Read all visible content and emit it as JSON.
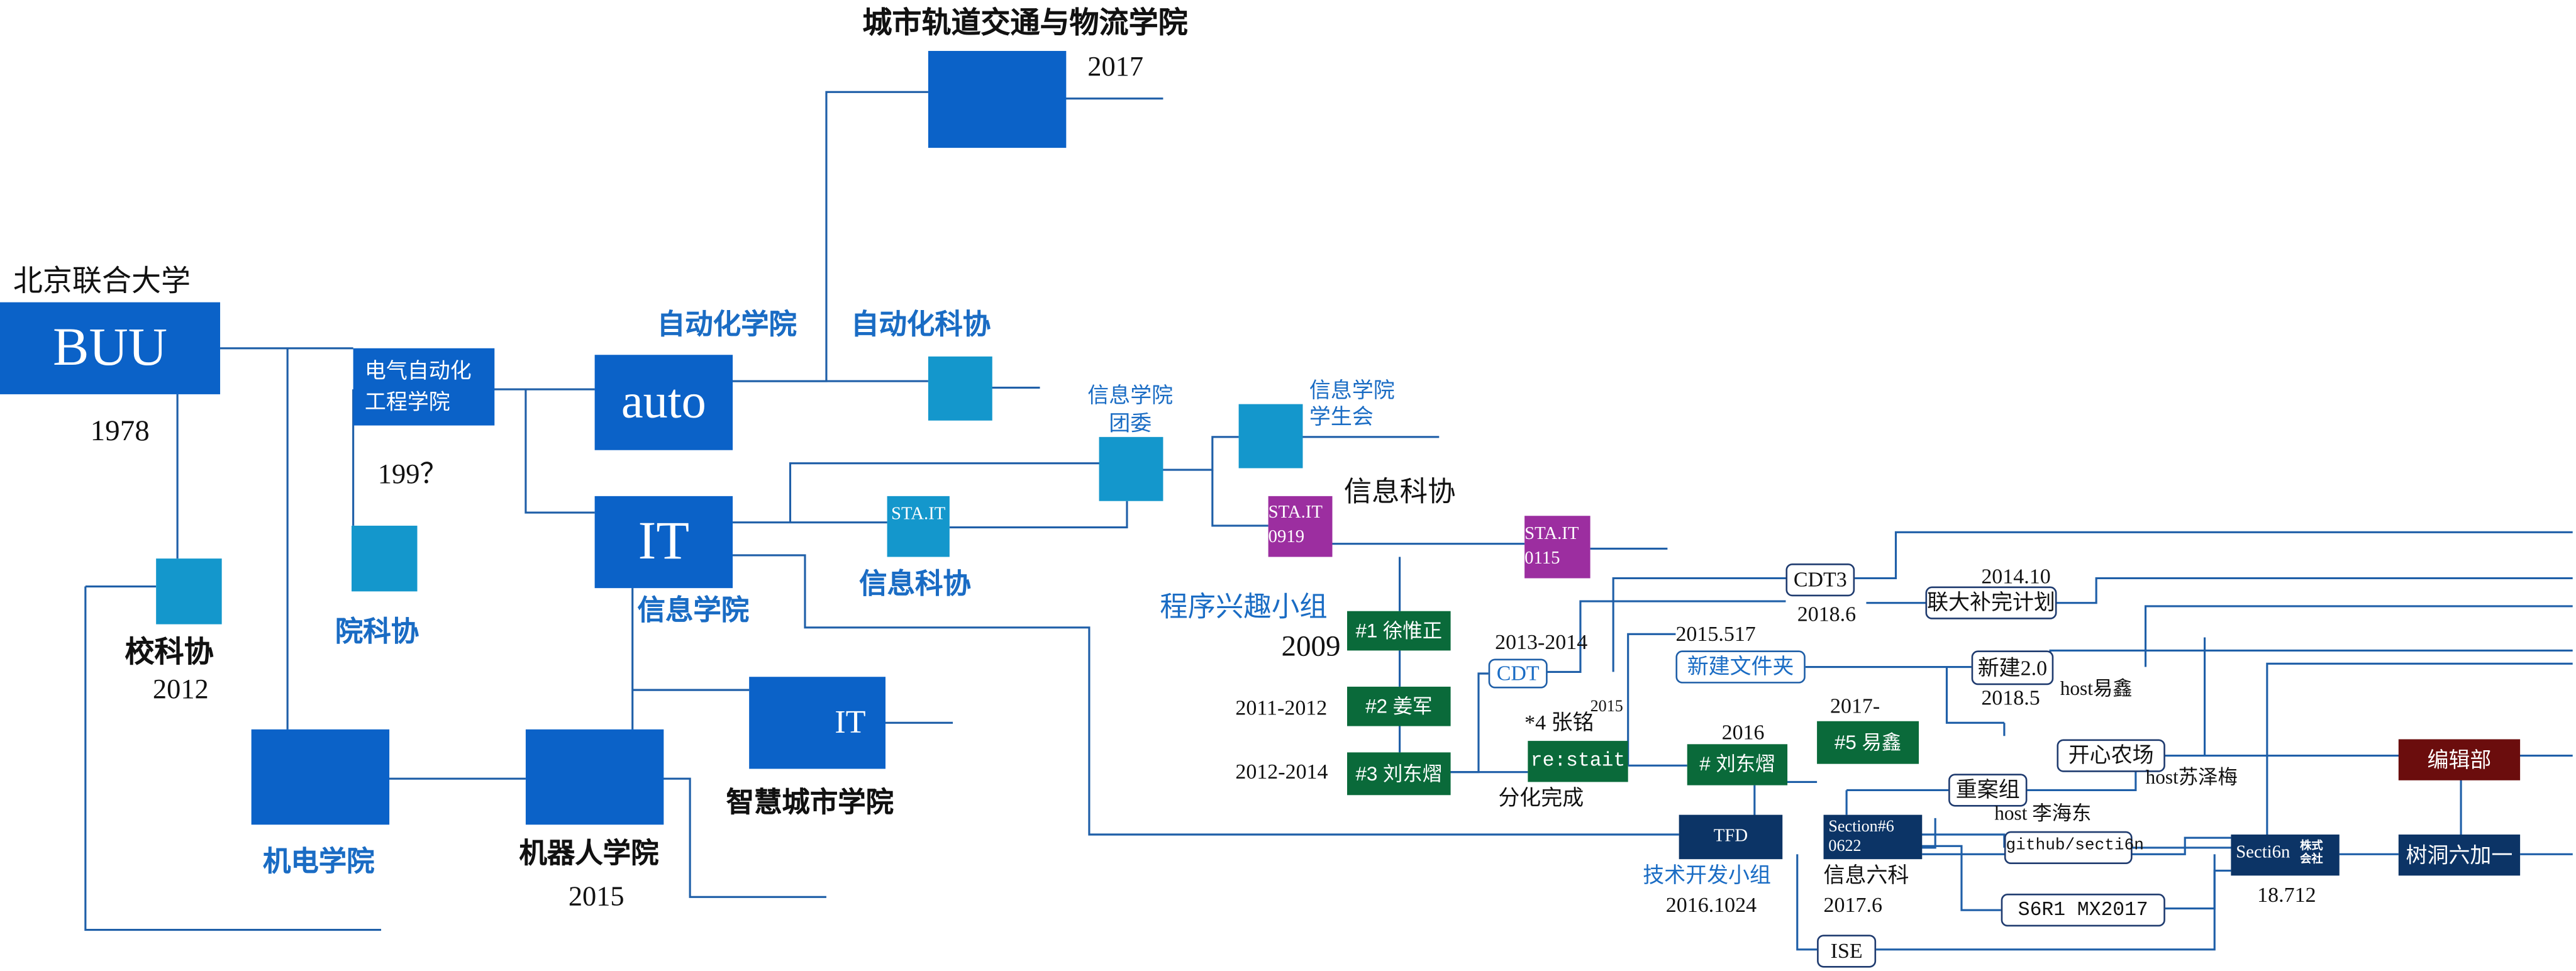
{
  "colors": {
    "primary": "#0b62c8",
    "teal": "#1497cc",
    "purple": "#9c2ea0",
    "green": "#0a6a3a",
    "navy": "#0c3466",
    "darkred": "#6b0d0d",
    "line": "#1f5fa8"
  },
  "buu": {
    "name": "北京联合大学",
    "box": "BUU",
    "year": "1978"
  },
  "rail": {
    "name": "城市轨道交通与物流学院",
    "year": "2017"
  },
  "electrical": {
    "name": "电气自动化\n工程学院",
    "year": "199？",
    "association": "院科协"
  },
  "auto": {
    "box": "auto",
    "college": "自动化学院",
    "association": "自动化科协"
  },
  "it": {
    "box": "IT",
    "college": "信息学院"
  },
  "school_association": {
    "name": "校科协",
    "year": "2012"
  },
  "mech": {
    "name": "机电学院"
  },
  "robot": {
    "name": "机器人学院",
    "year": "2015"
  },
  "smartcity": {
    "box": "IT",
    "name": "智慧城市学院"
  },
  "info": {
    "league": "信息学院\n团委",
    "student_union": "信息学院\n学生会",
    "sta_it_mid": "STA.IT",
    "sta_it_mid_label": "信息科协",
    "sta_it_0919": "STA.IT\n0919",
    "sta_it_0919_label": "信息科协",
    "sta_it_0115": "STA.IT\n0115"
  },
  "interest_group": {
    "name": "程序兴趣小组",
    "year": "2009"
  },
  "leaders": [
    {
      "box": "#1 徐惟正",
      "year": ""
    },
    {
      "box": "#2 姜军",
      "year": "2011-2012"
    },
    {
      "box": "#3 刘东熠",
      "year": "2012-2014"
    }
  ],
  "cdt": {
    "box": "CDT",
    "year": "2013-2014",
    "note": "*4 张铭",
    "note_year": "2015",
    "restart": "re:stait",
    "restart_note": "分化完成"
  },
  "cdt3": {
    "box": "CDT3",
    "year": "2018.6"
  },
  "supplement": {
    "box": "联大补完计划",
    "year": "2014.10"
  },
  "newfolder": {
    "box": "新建文件夹",
    "year": "2015.517"
  },
  "newbuild": {
    "box": "新建2.0",
    "host": "host易鑫",
    "year": "2018.5"
  },
  "leader4": {
    "box": "# 刘东熠",
    "year": "2016"
  },
  "leader5": {
    "box": "#5 易鑫",
    "year": "2017-"
  },
  "farm": {
    "box": "开心农场",
    "host": "host苏泽梅"
  },
  "rebuild": {
    "box": "重案组",
    "host": "host 李海东"
  },
  "github": {
    "box": "github/secti6n"
  },
  "tfd": {
    "box": "TFD",
    "name": "技术开发小组",
    "year": "2016.1024"
  },
  "section6": {
    "box": "Section#6\n0622",
    "name": "信息六科",
    "year": "2017.6"
  },
  "s6r1": {
    "box": "S6R1 MX2017"
  },
  "ise": {
    "box": "ISE"
  },
  "sectiin": {
    "box": "Secti6n",
    "badge": "株式\n会社",
    "year": "18.712"
  },
  "treehole": {
    "box": "树洞六加一"
  },
  "editorial": {
    "box": "编辑部"
  }
}
